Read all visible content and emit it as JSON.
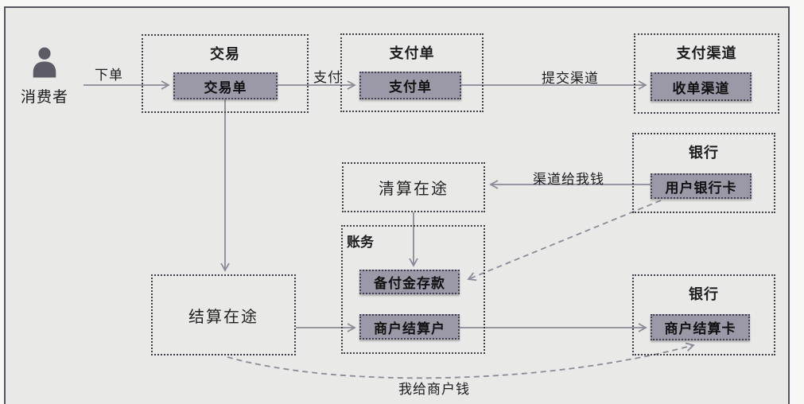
{
  "actor": {
    "label": "消费者"
  },
  "groups": {
    "trade": {
      "title": "交易"
    },
    "payment": {
      "title": "支付单"
    },
    "channel": {
      "title": "支付渠道"
    },
    "bank_top": {
      "title": "银行"
    },
    "accounting": {
      "title": "账务"
    },
    "bank_bottom": {
      "title": "银行"
    }
  },
  "nodes": {
    "trade_order": "交易单",
    "payment_order": "支付单",
    "acquiring_channel": "收单渠道",
    "user_bank_card": "用户银行卡",
    "clearing_in_transit": "清算在途",
    "reserve_deposit": "备付金存款",
    "merchant_settlement_account": "商户结算户",
    "settlement_in_transit": "结算在途",
    "merchant_settlement_card": "商户结算卡"
  },
  "edges": {
    "place_order": "下单",
    "pay": "支付",
    "submit_channel": "提交渠道",
    "channel_pays_me": "渠道给我钱",
    "pay_merchant": "我给商户钱"
  },
  "colors": {
    "canvas_bg": "#e9e9e8",
    "page_bg": "#f7f7f6",
    "frame_border": "#56555f",
    "node_fill": "#9b99a8",
    "node_border": "#45434f",
    "group_border": "#3f3e47",
    "arrow": "#8b8b97",
    "icon": "#5c5b66",
    "text": "#1c1c1e"
  }
}
